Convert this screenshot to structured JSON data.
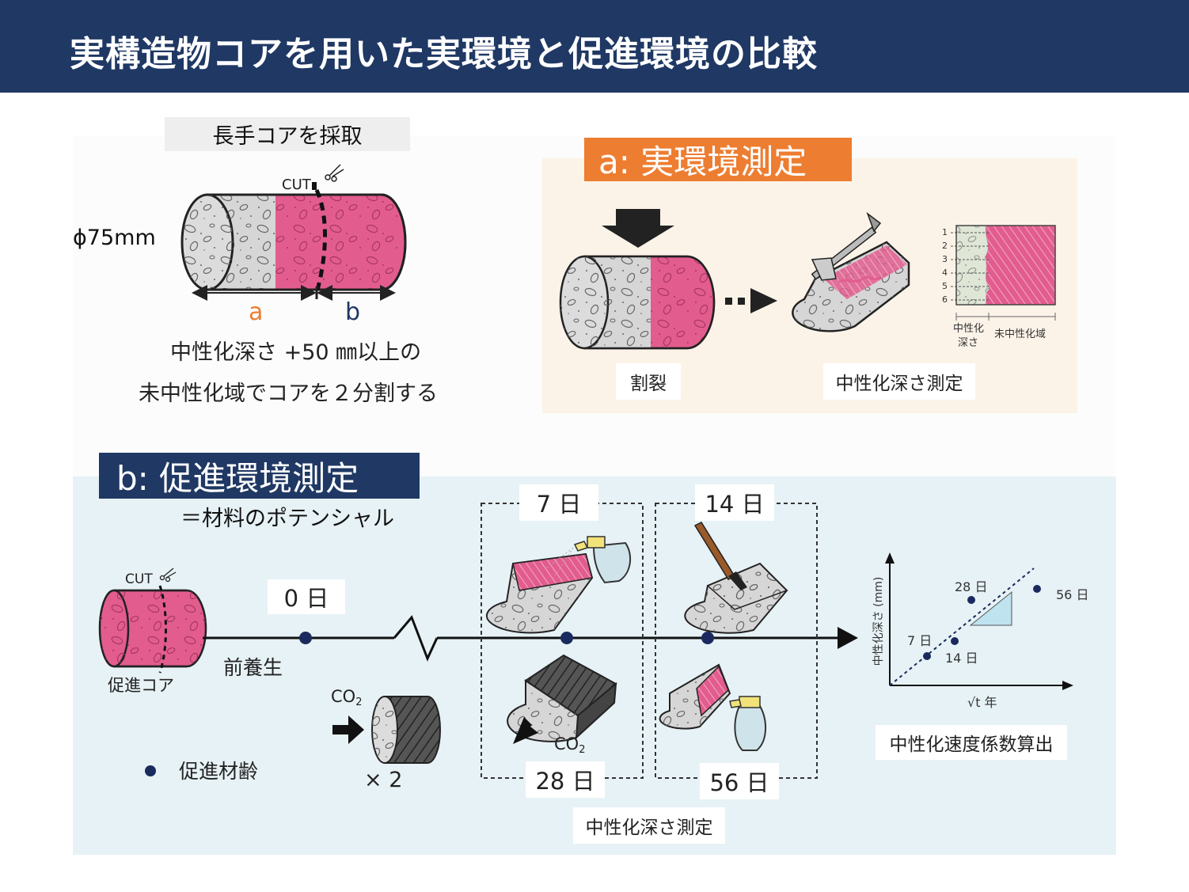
{
  "title": "実構造物コアを用いた実環境と促進環境の比較",
  "core": {
    "caption": "長手コアを採取",
    "diameter": "ϕ75mm",
    "cut_label": "CUT",
    "part_a": "a",
    "part_b": "b",
    "note_line1": "中性化深さ +50 ㎜以上の",
    "note_line2": "未中性化域でコアを２分割する"
  },
  "panel_a": {
    "tag": "a: 実環境測定",
    "split_label": "割裂",
    "measure_label": "中性化深さ測定",
    "depth_ticks": [
      "1",
      "2",
      "3",
      "4",
      "5",
      "6"
    ],
    "carbonated_label_line1": "中性化",
    "carbonated_label_line2": "深さ",
    "uncarbonated_label": "未中性化域"
  },
  "panel_b": {
    "tag": "b: 促進環境測定",
    "subtitle": "＝材料のポテンシャル",
    "cut_label": "CUT",
    "core_label": "促進コア",
    "precure_label": "前養生",
    "day0": "0 日",
    "day7": "7 日",
    "day14": "14 日",
    "day28": "28 日",
    "day56": "56 日",
    "co2_label": "CO",
    "co2_sub": "2",
    "times_two": "× 2",
    "legend": "促進材齢",
    "measure_label": "中性化深さ測定",
    "graph": {
      "ylabel": "中性化深さ (mm)",
      "xlabel": "√t 年",
      "point_labels": [
        "7 日",
        "14 日",
        "28 日",
        "56 日"
      ],
      "result_label": "中性化速度係数算出"
    }
  },
  "colors": {
    "header": "#1f3864",
    "accent_orange": "#ed7d31",
    "pink": "#e25d8e",
    "navy_dot": "#1b2a5e"
  }
}
